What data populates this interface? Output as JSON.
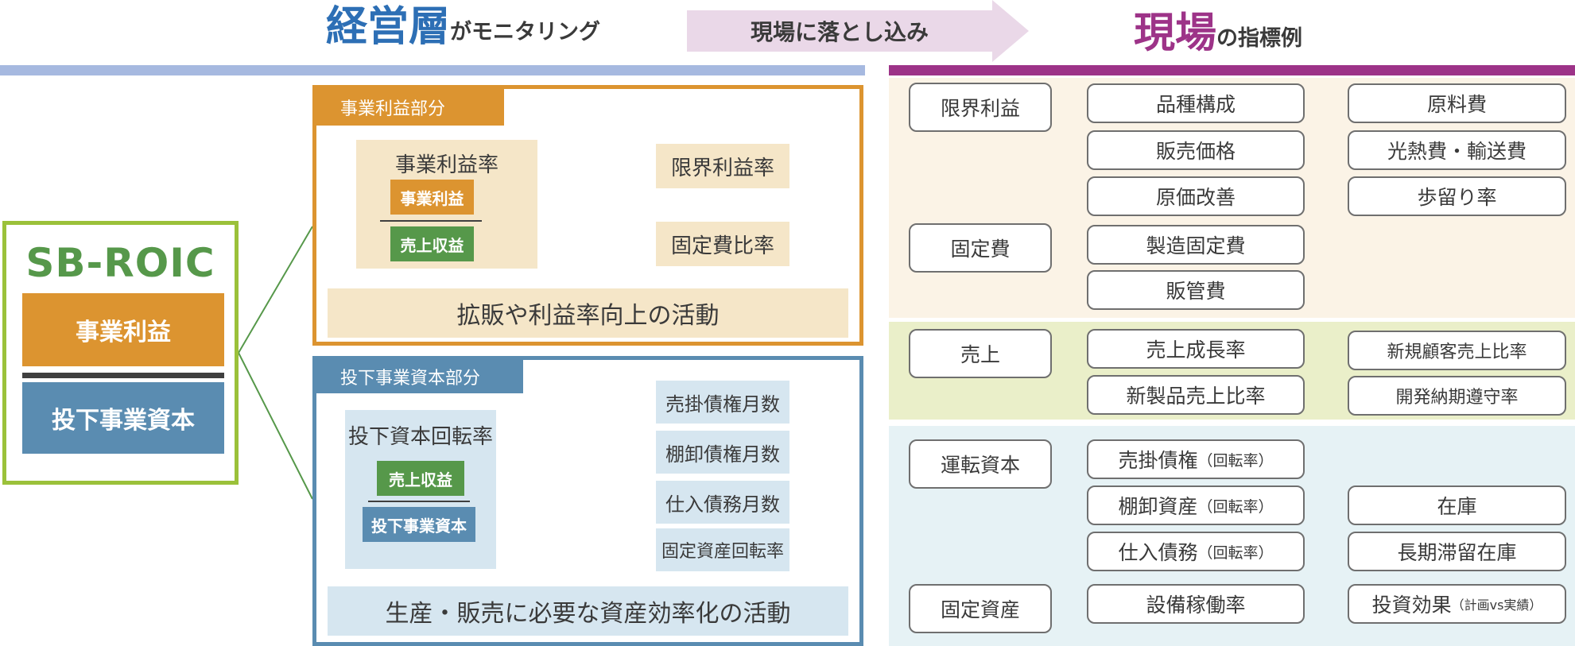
{
  "header": {
    "left_title_big": "経営層",
    "left_title_small": "がモニタリング",
    "arrow_label": "現場に落とし込み",
    "right_title_big": "現場",
    "right_title_small": "の指標例",
    "colors": {
      "left_accent": "#2d6fb5",
      "right_accent": "#9d3388",
      "arrow": "#ead8e8"
    }
  },
  "roic": {
    "title": "SB-ROIC",
    "numerator": "事業利益",
    "denominator": "投下事業資本"
  },
  "profit_panel": {
    "tab": "事業利益部分",
    "ratio_title": "事業利益率",
    "numerator": "事業利益",
    "denominator": "売上収益",
    "drivers": [
      "限界利益率",
      "固定費比率"
    ],
    "activity": "拡販や利益率向上の活動"
  },
  "capital_panel": {
    "tab": "投下事業資本部分",
    "ratio_title": "投下資本回転率",
    "numerator": "売上収益",
    "denominator": "投下事業資本",
    "drivers": [
      "売掛債権月数",
      "棚卸債権月数",
      "仕入債務月数",
      "固定資産回転率"
    ],
    "activity": "生産・販売に必要な資産効率化の活動"
  },
  "field": {
    "group1": {
      "marginal_profit": "限界利益",
      "marginal_children": [
        "品種構成",
        "販売価格",
        "原価改善"
      ],
      "cost_children": [
        "原料費",
        "光熱費・輸送費",
        "歩留り率"
      ],
      "fixed_cost": "固定費",
      "fixed_children": [
        "製造固定費",
        "販管費"
      ]
    },
    "group2": {
      "sales": "売上",
      "sales_children": [
        "売上成長率",
        "新製品売上比率"
      ],
      "other": [
        "新規顧客売上比率",
        "開発納期遵守率"
      ]
    },
    "group3": {
      "working_capital": "運転資本",
      "wc_children": [
        {
          "main": "売掛債権",
          "note": "（回転率）"
        },
        {
          "main": "棚卸資産",
          "note": "（回転率）"
        },
        {
          "main": "仕入債務",
          "note": "（回転率）"
        }
      ],
      "inventory_children": [
        "在庫",
        "長期滞留在庫"
      ],
      "fixed_assets": "固定資産",
      "fa_child": "設備稼働率",
      "fa_result": {
        "main": "投資効果",
        "note": "（計画vs実績）"
      }
    }
  }
}
